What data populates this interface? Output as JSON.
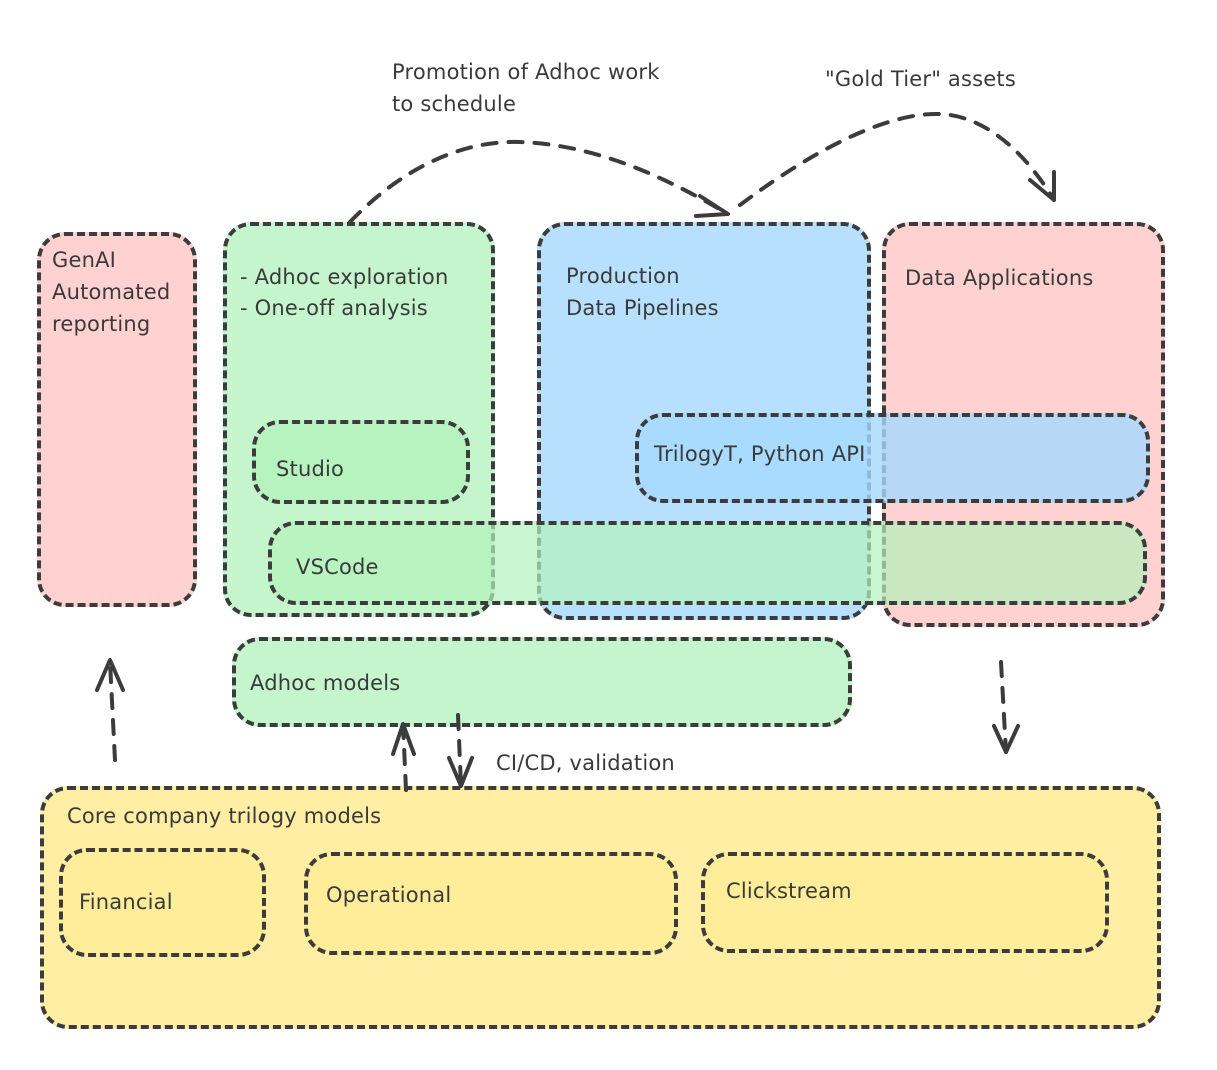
{
  "annotations": {
    "promotion_line1": "Promotion of Adhoc work",
    "promotion_line2": "to schedule",
    "gold_tier": "\"Gold Tier\" assets",
    "cicd": "CI/CD, validation"
  },
  "boxes": {
    "genai": {
      "line1": "GenAI",
      "line2": "Automated",
      "line3": "reporting"
    },
    "adhoc_exploration": {
      "line1": "- Adhoc exploration",
      "line2": "- One-off analysis"
    },
    "production_pipelines": {
      "line1": "Production",
      "line2": "Data Pipelines"
    },
    "data_applications": {
      "label": "Data Applications"
    },
    "studio": {
      "label": "Studio"
    },
    "trilogyt_api": {
      "label": "TrilogyT, Python API"
    },
    "vscode": {
      "label": "VSCode"
    },
    "adhoc_models": {
      "label": "Adhoc models"
    },
    "core_models": {
      "label": "Core company trilogy models",
      "financial": "Financial",
      "operational": "Operational",
      "clickstream": "Clickstream"
    }
  },
  "colors": {
    "pink": "#ffc9c9",
    "green": "#b2f2bb",
    "blue": "#a5d8ff",
    "yellow": "#ffec99",
    "stroke": "#3c3c3c"
  }
}
